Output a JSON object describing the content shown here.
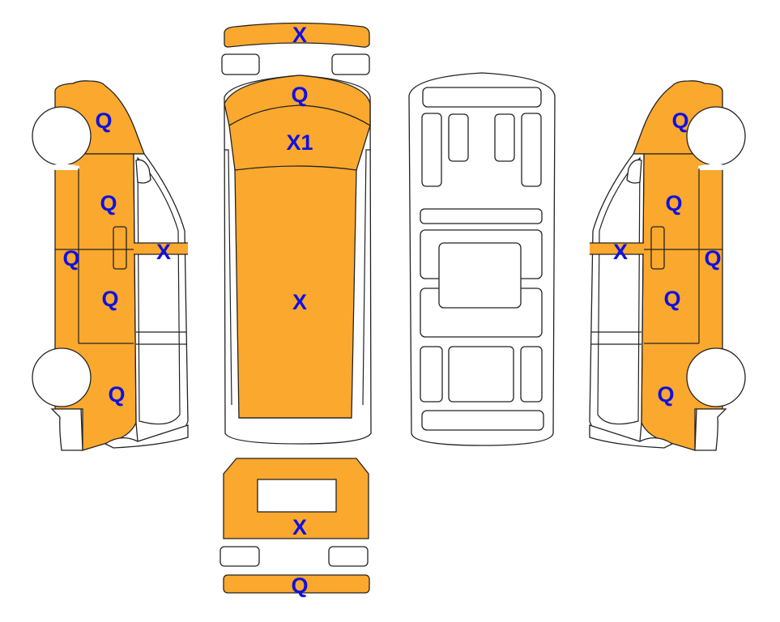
{
  "colors": {
    "damage_fill": "#FBA82E",
    "label": "#1010E0",
    "outline": "#222222"
  },
  "views": {
    "top": {
      "front_bumper": "X",
      "hood": "Q",
      "windshield": "X1",
      "roof": "X"
    },
    "left_side": {
      "front_fender": "Q",
      "front_door": "Q",
      "side_skirt": "Q",
      "door_window_bar": "X",
      "rear_door": "Q",
      "rear_quarter": "Q"
    },
    "right_side": {
      "front_fender": "Q",
      "front_door": "Q",
      "door_window_bar": "X",
      "side_skirt": "Q",
      "rear_door": "Q",
      "rear_quarter": "Q"
    },
    "rear": {
      "tailgate": "X",
      "rear_bumper": "Q"
    }
  }
}
